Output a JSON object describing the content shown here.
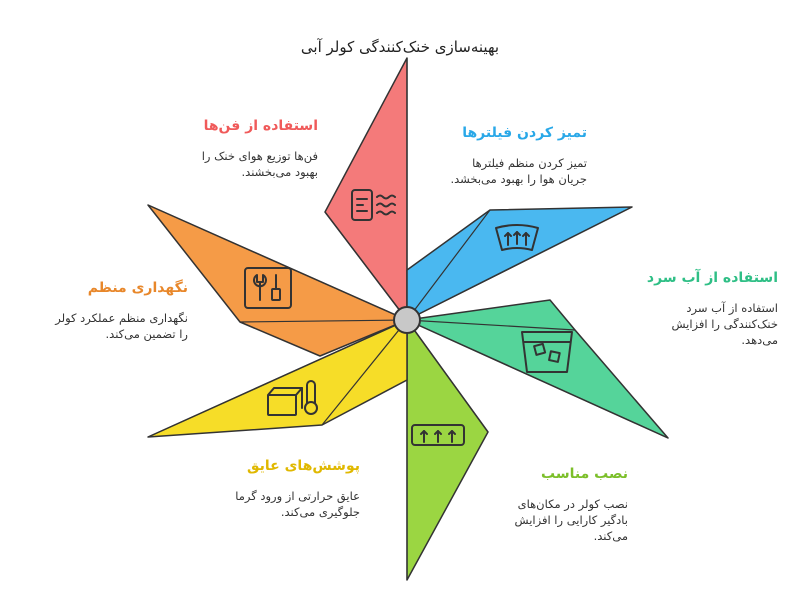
{
  "title": "بهینه‌سازی خنک‌کنندگی کولر آبی",
  "center_color": "#c8c8c8",
  "items": [
    {
      "heading": "استفاده از فن‌ها",
      "desc": [
        "فن‌ها توزیع هوای خنک را",
        "بهبود می‌بخشند."
      ],
      "color": "#f05a5a",
      "icon": "fan-heat-icon"
    },
    {
      "heading": "تمیز کردن فیلترها",
      "desc": [
        "تمیز کردن منظم فیلترها",
        "جریان هوا را بهبود می‌بخشد."
      ],
      "color": "#29a8e8",
      "icon": "filter-airflow-icon"
    },
    {
      "heading": "استفاده از آب سرد",
      "desc": [
        "استفاده از آب سرد",
        "خنک‌کنندگی را افزایش",
        "می‌دهد."
      ],
      "color": "#2fbf86",
      "icon": "ice-water-icon"
    },
    {
      "heading": "نصب مناسب",
      "desc": [
        "نصب کولر در مکان‌های",
        "بادگیر کارایی را افزایش",
        "می‌کند."
      ],
      "color": "#7cbf2a",
      "icon": "air-vent-icon"
    },
    {
      "heading": "پوشش‌های عایق",
      "desc": [
        "عایق حرارتی از ورود گرما",
        "جلوگیری می‌کند."
      ],
      "color": "#e0b800",
      "icon": "box-thermometer-icon"
    },
    {
      "heading": "نگهداری منظم",
      "desc": [
        "نگهداری منظم عملکرد کولر",
        "را تضمین می‌کند."
      ],
      "color": "#e8872a",
      "icon": "toolbox-icon"
    }
  ]
}
